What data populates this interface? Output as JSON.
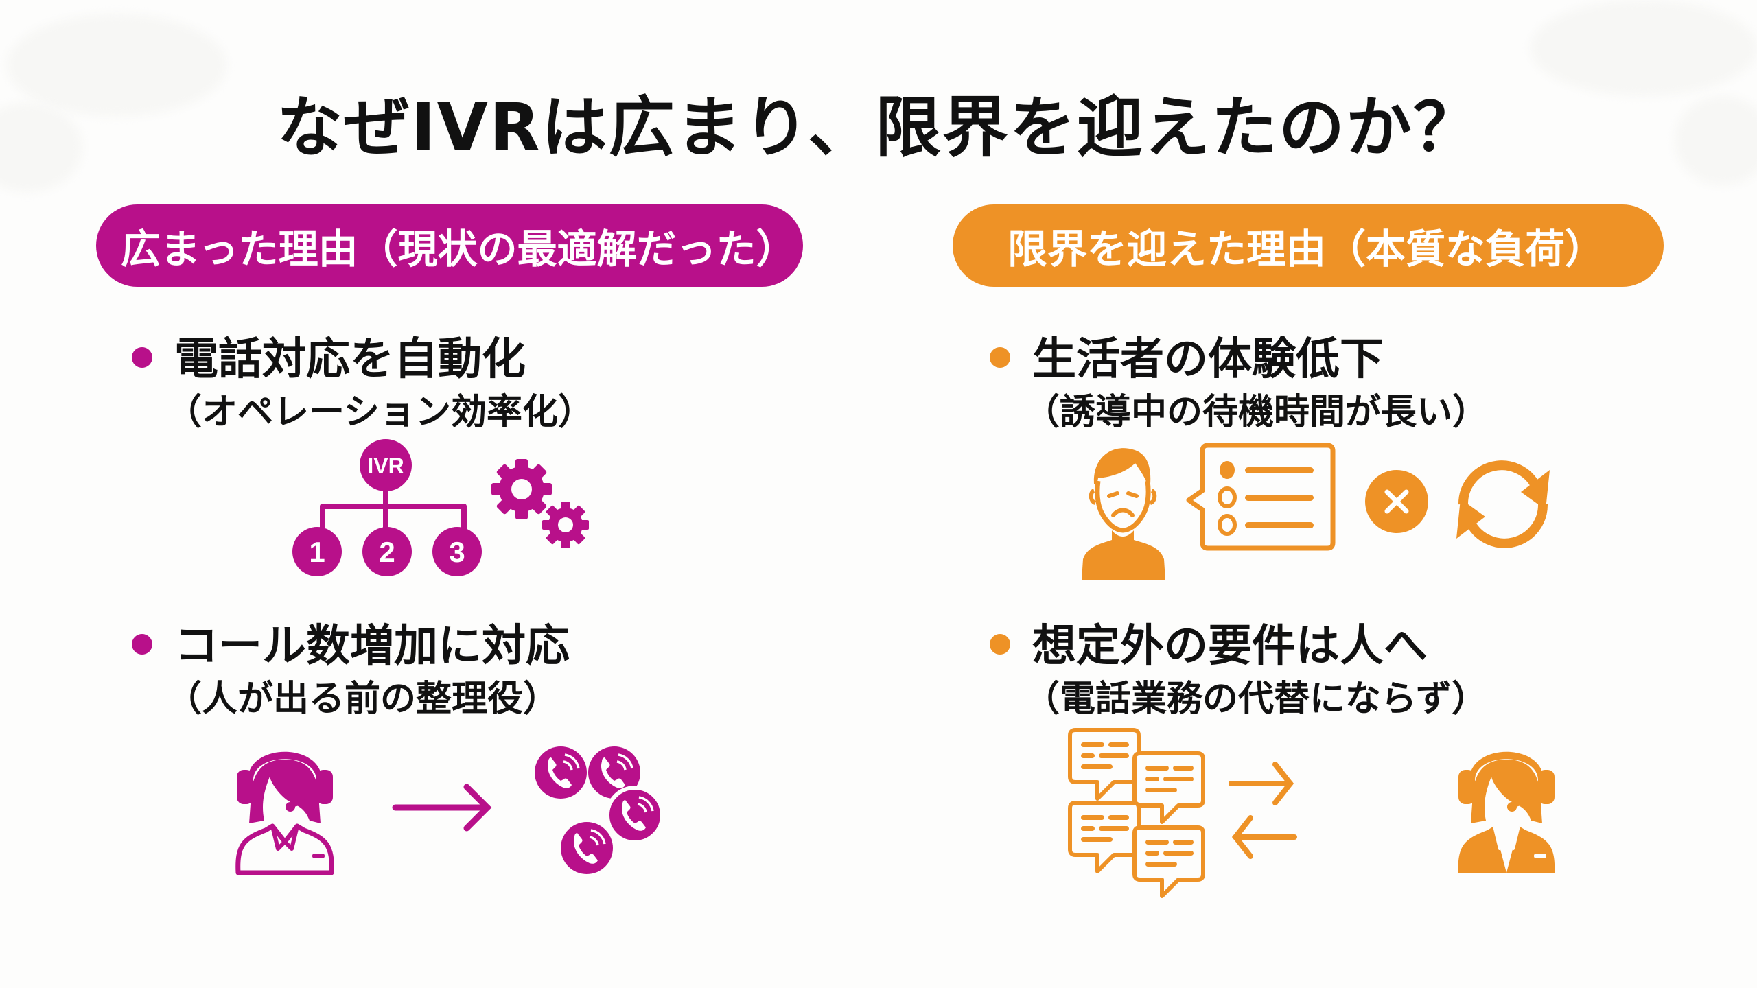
{
  "title": "なぜIVRは広まり、限界を迎えたのか？",
  "colors": {
    "left_accent": "#b8108a",
    "right_accent": "#ee9226",
    "text": "#111111",
    "background": "#fdfdfc"
  },
  "left": {
    "header": "広まった理由（現状の最適解だった）",
    "points": [
      {
        "heading": "電話対応を自動化",
        "sub": "（オペレーション効率化）",
        "illustration": {
          "icons": [
            "ivr-tree-icon",
            "gears-icon"
          ],
          "root_label": "IVR",
          "branch_labels": [
            "1",
            "2",
            "3"
          ]
        }
      },
      {
        "heading": "コール数増加に対応",
        "sub": "（人が出る前の整理役）",
        "illustration": {
          "icons": [
            "operator-icon",
            "arrow-right-icon",
            "phone-call-icon",
            "phone-call-icon",
            "phone-call-icon",
            "phone-call-icon"
          ]
        }
      }
    ]
  },
  "right": {
    "header": "限界を迎えた理由（本質な負荷）",
    "points": [
      {
        "heading": "生活者の体験低下",
        "sub": "（誘導中の待機時間が長い）",
        "illustration": {
          "icons": [
            "sad-person-icon",
            "menu-list-bubble-icon",
            "close-circle-icon",
            "refresh-loop-icon"
          ]
        }
      },
      {
        "heading": "想定外の要件は人へ",
        "sub": "（電話業務の代替にならず）",
        "illustration": {
          "icons": [
            "chat-bubbles-icon",
            "arrow-right-icon",
            "arrow-left-icon",
            "operator-icon"
          ]
        }
      }
    ]
  }
}
